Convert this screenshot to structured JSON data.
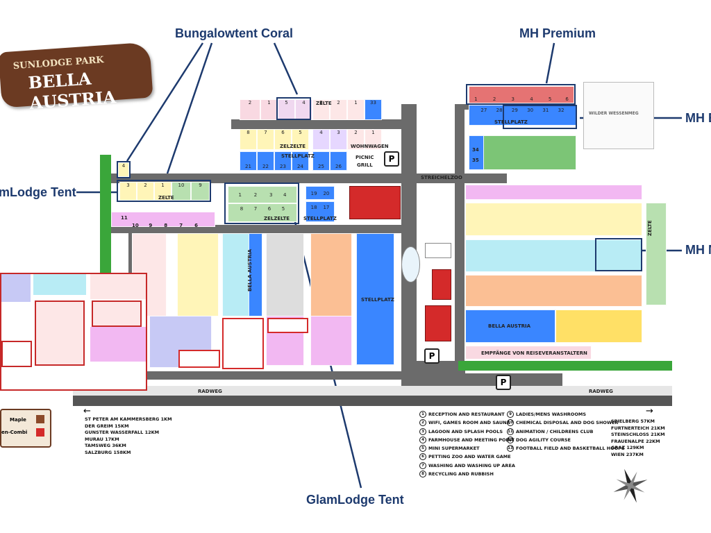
{
  "logo": {
    "line1": "SUNLODGE PARK",
    "line2": "BELLA AUSTRIA"
  },
  "callouts": {
    "bungalowtent": "Bungalowtent Coral",
    "premium": "MH Premium",
    "mh_e": "MH E",
    "mh_m": "MH M",
    "glamlodge_left": "mLodge Tent",
    "glamlodge_bottom": "GlamLodge Tent"
  },
  "zones": {
    "zelte_top": "ZELTE",
    "zelzelte": "ZELZELTE",
    "wohnwagen": "WOHNWAGEN",
    "stellplatz_top": "STELLPLATZ",
    "picnic": "PICNIC",
    "grill": "GRILL",
    "zelte_left": "ZELTE",
    "zelzelte_mid": "ZELZELTE",
    "stellplatz_mid": "STELLPLATZ",
    "stellplatz_right": "STELLPLATZ",
    "bella_vertical": "BELLA AUSTRIA",
    "bella_right": "BELLA AUSTRIA",
    "stellplatz_premium": "STELLPLATZ",
    "streichelzoo": "STREICHELZOO",
    "zelte_vertical": "ZELTE",
    "wilder": "WILDER WESSENMEG",
    "empfang": "EMPFÄNGE VON REISEVERANSTALTERN",
    "radweg_left": "RADWEG",
    "radweg_right": "RADWEG"
  },
  "legend_left_items": [
    "Maple",
    "en-Combi"
  ],
  "distances_left": [
    "ST PETER AM KAMMERSBERG 1KM",
    "DER GREIM 15KM",
    "GUNSTER WASSERFALL 12KM",
    "MURAU 17KM",
    "TAMSWEG 36KM",
    "SALZBURG 158KM"
  ],
  "facilities_a": [
    {
      "n": "1",
      "t": "RECEPTION AND RESTAURANT"
    },
    {
      "n": "2",
      "t": "WIFI, GAMES ROOM AND SAUNA"
    },
    {
      "n": "3",
      "t": "LAGOON AND SPLASH POOLS"
    },
    {
      "n": "4",
      "t": "FARMHOUSE AND MEETING POINT"
    },
    {
      "n": "5",
      "t": "MINI SUPERMARKET"
    },
    {
      "n": "6",
      "t": "PETTING ZOO AND WATER GAME"
    },
    {
      "n": "7",
      "t": "WASHING AND WASHING UP AREA"
    },
    {
      "n": "8",
      "t": "RECYCLING AND RUBBISH"
    }
  ],
  "facilities_b": [
    {
      "n": "9",
      "t": "LADIES/MENS WASHROOMS"
    },
    {
      "n": "10",
      "t": "CHEMICAL DISPOSAL AND DOG SHOWER"
    },
    {
      "n": "11",
      "t": "ANIMATION / CHILDRENS CLUB"
    },
    {
      "n": "12",
      "t": "DOG AGILITY COURSE"
    },
    {
      "n": "13",
      "t": "FOOTBALL FIELD AND BASKETBALL HOOPS"
    }
  ],
  "distances_right": [
    "SPIELBERG 57KM",
    "FURTNERTEICH 21KM",
    "STEINSCHLOSS 21KM",
    "FRAUENALPE 22KM",
    "GRAZ 129KM",
    "WIEN 237KM"
  ],
  "parking": "P",
  "arrow_left": "←",
  "arrow_right": "→",
  "colors": {
    "navy": "#1d3a6e",
    "road": "#6b6b6b",
    "grass": "#3aa63a",
    "red": "#d42a2a"
  }
}
